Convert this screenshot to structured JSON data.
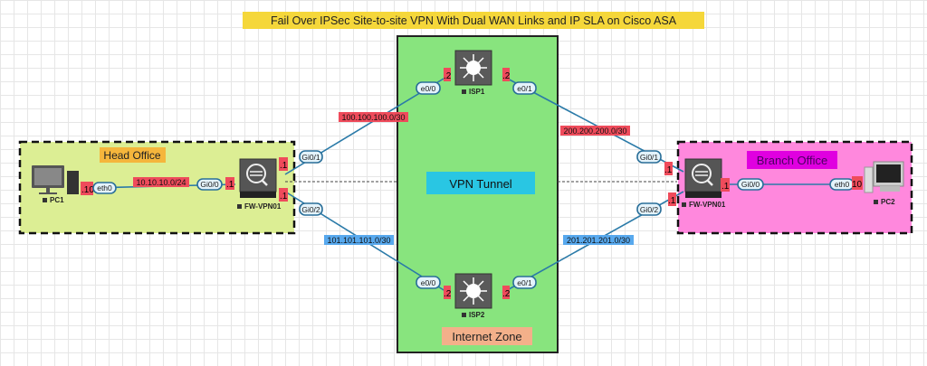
{
  "title": "Fail Over IPSec Site-to-site VPN With Dual WAN Links and IP SLA on Cisco ASA",
  "zones": {
    "head_office": "Head Office",
    "branch_office": "Branch Office",
    "internet_zone": "Internet Zone",
    "vpn_tunnel": "VPN Tunnel"
  },
  "devices": {
    "pc1": "PC1",
    "fw1": "FW-VPN01",
    "isp1": "ISP1",
    "isp2": "ISP2",
    "fw2": "FW-VPN01",
    "pc2": "PC2"
  },
  "interfaces": {
    "pc1_eth0": "eth0",
    "fw1_gi00": "Gi0/0",
    "fw1_gi01": "Gi0/1",
    "fw1_gi02": "Gi0/2",
    "isp1_e00": "e0/0",
    "isp1_e01": "e0/1",
    "isp2_e00": "e0/0",
    "isp2_e01": "e0/1",
    "fw2_gi01": "Gi0/1",
    "fw2_gi02": "Gi0/2",
    "fw2_gi00": "Gi0/0",
    "pc2_eth0": "eth0"
  },
  "host_ids": {
    "pc1": ".10",
    "fw1_in": ".1",
    "fw1_out1": ".1",
    "fw1_out2": ".1",
    "isp1_left": ".2",
    "isp1_right": ".2",
    "isp2_left": ".2",
    "isp2_right": ".2",
    "fw2_out1": ".1",
    "fw2_out2": ".1",
    "fw2_in": ".1",
    "pc2": "10"
  },
  "networks": {
    "lan1": "10.10.10.0/24",
    "wan1a": "100.100.100.0/30",
    "wan1b": "200.200.200.0/30",
    "wan2a": "101.101.101.0/30",
    "wan2b": "201.201.201.0/30"
  },
  "colors": {
    "head_office": "#dcee94",
    "branch_office": "#ff88dd",
    "internet_zone": "#88e47e",
    "vpn_tunnel": "#29c6e3",
    "title_bg": "#f5d73a"
  }
}
